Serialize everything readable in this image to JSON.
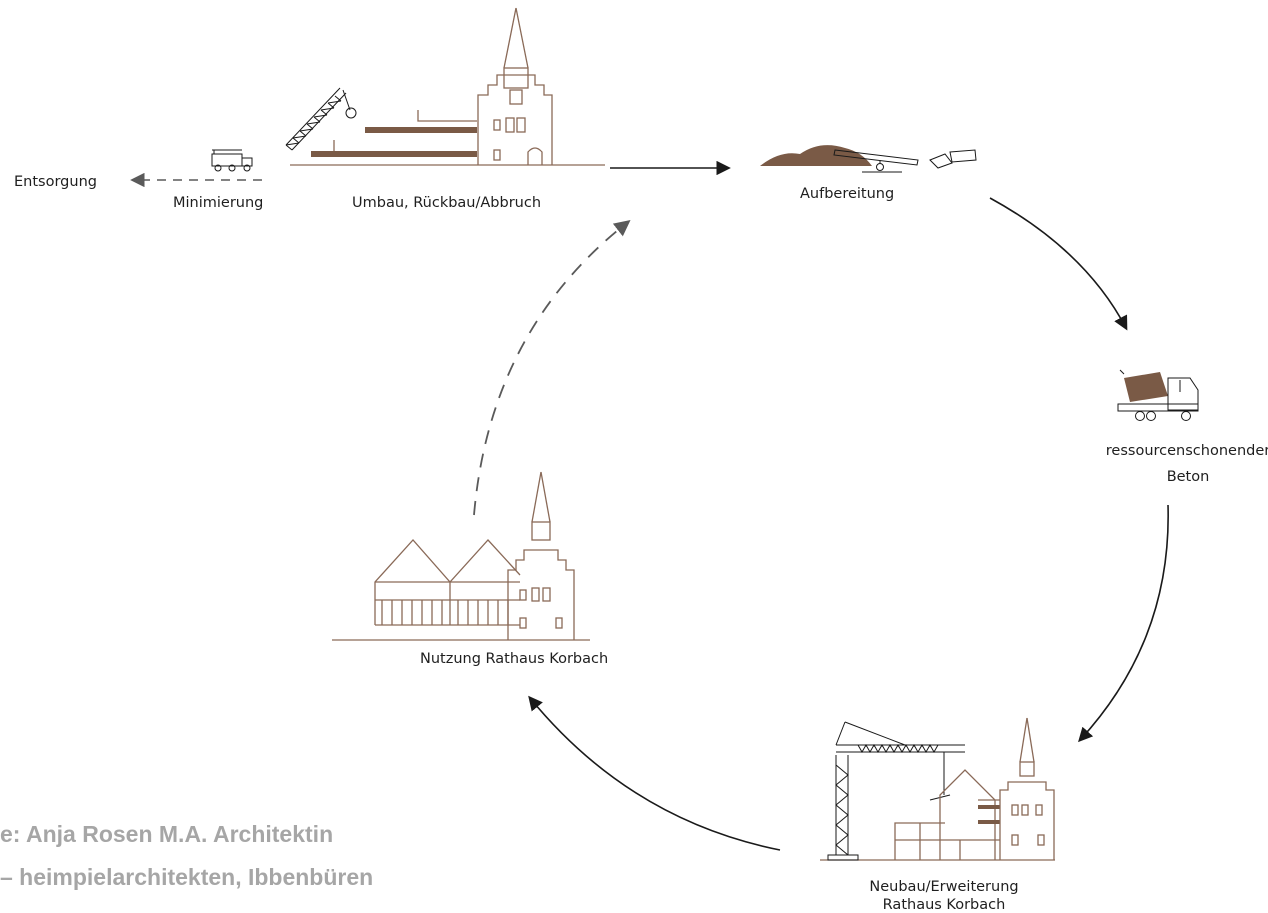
{
  "labels": {
    "entsorgung": "Entsorgung",
    "minimierung": "Minimierung",
    "umbau": "Umbau, Rückbau/Abbruch",
    "aufbereitung": "Aufbereitung",
    "beton_line1": "ressourcenschonender",
    "beton_line2": "Beton",
    "neubau_line1": "Neubau/Erweiterung",
    "neubau_line2": "Rathaus Korbach",
    "nutzung": "Nutzung Rathaus Korbach"
  },
  "credit": {
    "line1": "e: Anja Rosen M.A. Architektin",
    "line2": "– heimpielarchitekten, Ibbenbüren"
  },
  "colors": {
    "brown": "#8a6a58",
    "fill_brown": "#7a5a46",
    "arrow": "#1a1a1a",
    "dashed_arrow": "#5a5a5a",
    "credit": "#a6a6a6"
  }
}
